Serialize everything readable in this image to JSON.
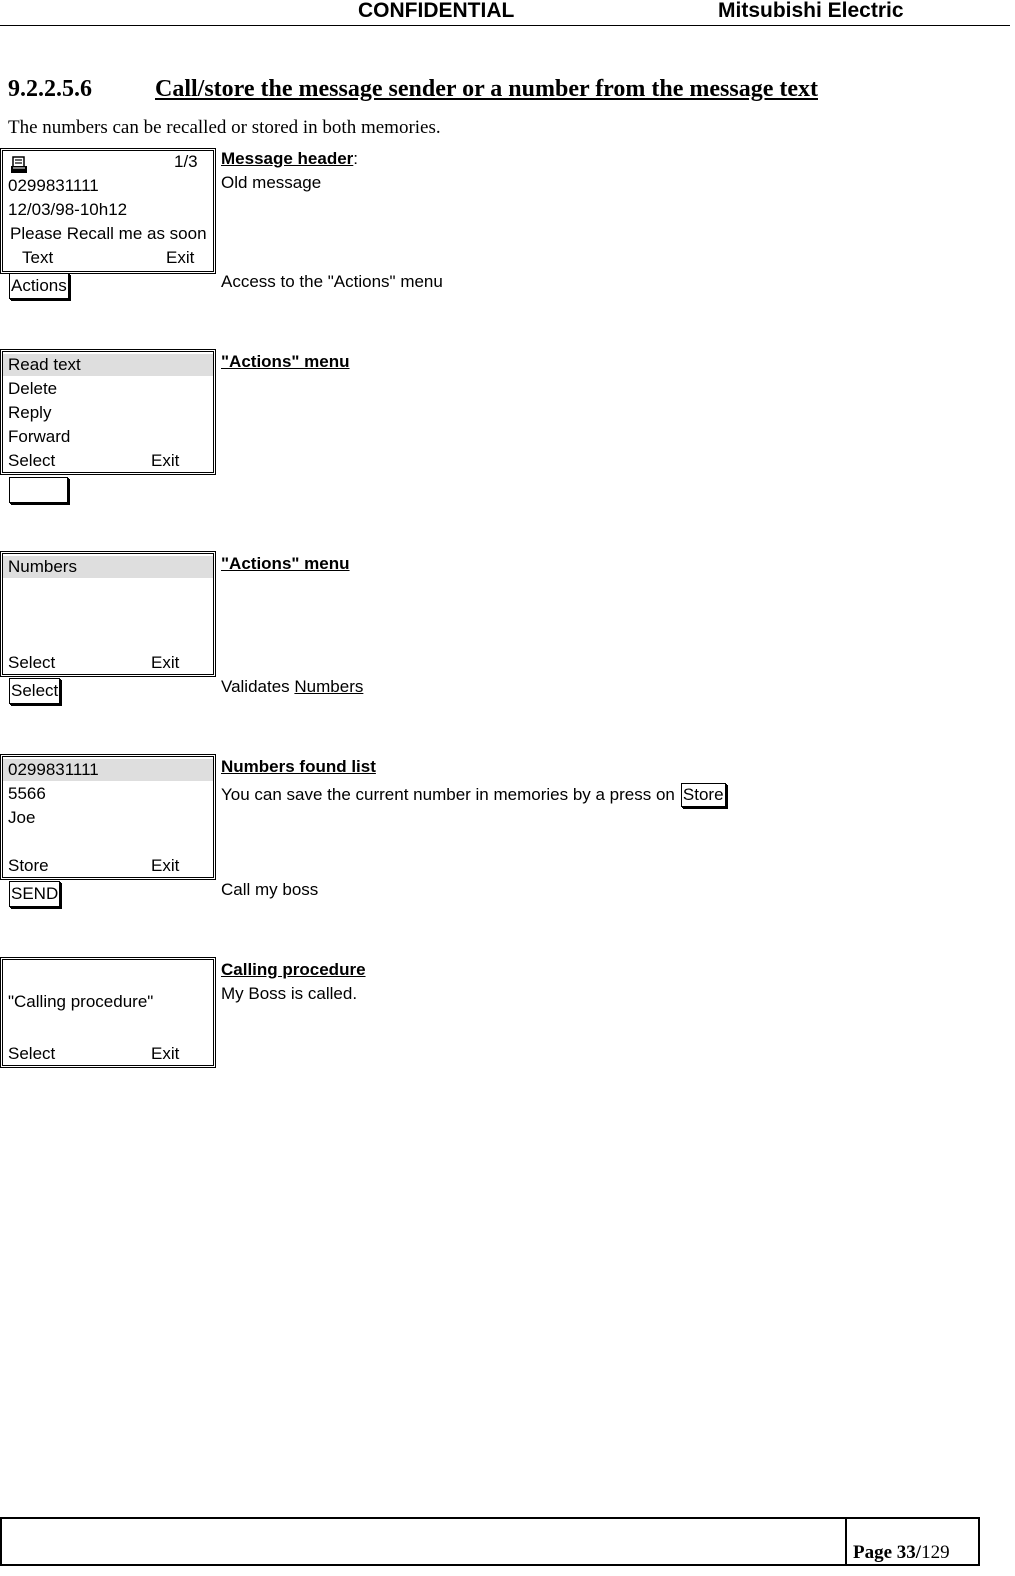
{
  "header": {
    "confidential": "CONFIDENTIAL",
    "company": "Mitsubishi Electric"
  },
  "section": {
    "number": "9.2.2.5.6",
    "title": "Call/store the message sender or a number from the message text",
    "intro": "The numbers can be recalled or stored in both memories."
  },
  "steps": {
    "s1": {
      "counter": "1/3",
      "line1": "0299831111",
      "line2": "12/03/98-10h12",
      "line3": "Please Recall me as soon",
      "soft_left": "Text",
      "soft_right": "Exit",
      "desc_title": "Message header",
      "desc_colon": ":",
      "desc_text": "Old message",
      "key": "Actions",
      "key_desc": "Access to the \"Actions\" menu"
    },
    "s2": {
      "items": [
        "Read text",
        "Delete",
        "Reply",
        "Forward"
      ],
      "soft_left": "Select",
      "soft_right": "Exit",
      "desc_title": "\"Actions\" menu"
    },
    "s3": {
      "item": "Numbers",
      "soft_left": "Select",
      "soft_right": "Exit",
      "desc_title": "\"Actions\" menu",
      "key": "Select",
      "key_desc_prefix": "Validates ",
      "key_desc_link": "Numbers"
    },
    "s4": {
      "items": [
        "0299831111",
        "5566",
        "Joe"
      ],
      "soft_left": "Store",
      "soft_right": "Exit",
      "desc_title": "Numbers found list",
      "desc_text": "You can save the current number in memories by a press on",
      "desc_key": "Store",
      "key": "SEND",
      "key_desc": "Call my boss"
    },
    "s5": {
      "text": "\"Calling procedure\"",
      "soft_left": "Select",
      "soft_right": "Exit",
      "desc_title": "Calling procedure",
      "desc_text": "My Boss is called."
    }
  },
  "icons": {
    "message": "envelope-message-icon"
  },
  "footer": {
    "page_label": "Page 33/",
    "page_total": "129"
  }
}
